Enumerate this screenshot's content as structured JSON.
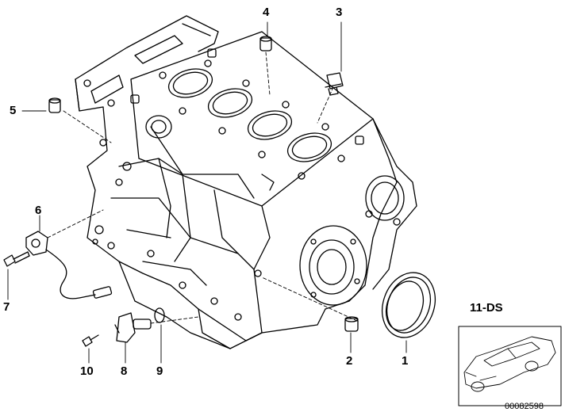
{
  "callouts": {
    "c1": "1",
    "c2": "2",
    "c3": "3",
    "c4": "4",
    "c5": "5",
    "c6": "6",
    "c7": "7",
    "c8": "8",
    "c9": "9",
    "c10": "10"
  },
  "model_tag": "11-DS",
  "reference_number": "00082598",
  "icons": {
    "engine_block": "engine-block-illustration",
    "car": "car-silhouette-thumbnail"
  }
}
